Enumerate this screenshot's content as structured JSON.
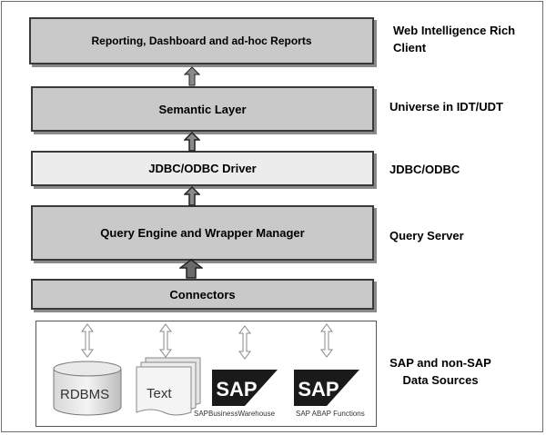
{
  "layers": [
    {
      "id": "reporting",
      "label": "Reporting, Dashboard and ad-hoc Reports"
    },
    {
      "id": "semantic",
      "label": "Semantic Layer"
    },
    {
      "id": "driver",
      "label": "JDBC/ODBC Driver"
    },
    {
      "id": "query",
      "label": "Query Engine and Wrapper Manager"
    },
    {
      "id": "connectors",
      "label": "Connectors"
    }
  ],
  "side_labels": {
    "webi_line1": "Web Intelligence Rich",
    "webi_line2": "Client",
    "universe": "Universe in IDT/UDT",
    "jdbc": "JDBC/ODBC",
    "query_server": "Query Server",
    "sources_line1": "SAP and non-SAP",
    "sources_line2": "Data Sources"
  },
  "sources": {
    "rdbms": "RDBMS",
    "text": "Text",
    "sap_logo_text": "SAP",
    "sap_bw": "SAPBusinessWarehouse",
    "sap_abap": "SAP ABAP Functions"
  },
  "colors": {
    "layer_dark": "#c9c9c9",
    "layer_light": "#ececec",
    "sap_blue": "#0a0a0a"
  }
}
